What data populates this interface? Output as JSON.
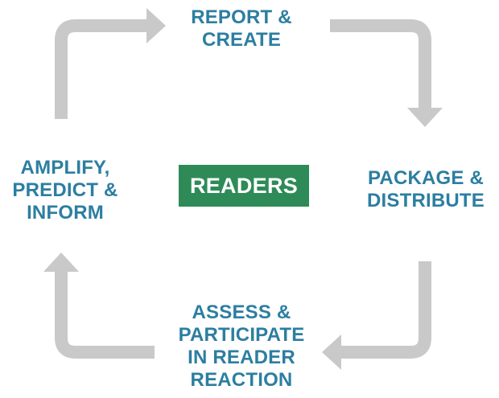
{
  "center": {
    "label": "READERS",
    "color": "#2e8b57",
    "text_color": "#ffffff"
  },
  "stages": {
    "top": {
      "lines": [
        "REPORT &",
        "CREATE"
      ]
    },
    "right": {
      "lines": [
        "PACKAGE &",
        "DISTRIBUTE"
      ]
    },
    "bottom": {
      "lines": [
        "ASSESS &",
        "PARTICIPATE",
        "IN READER",
        "REACTION"
      ]
    },
    "left": {
      "lines": [
        "AMPLIFY,",
        "PREDICT &",
        "INFORM"
      ]
    }
  },
  "colors": {
    "stage_text": "#2c7ea1",
    "arrow": "#c9c9c9"
  },
  "arrows": [
    {
      "name": "arrow-left-to-top",
      "direction": "right"
    },
    {
      "name": "arrow-top-to-right",
      "direction": "down"
    },
    {
      "name": "arrow-right-to-bottom",
      "direction": "left"
    },
    {
      "name": "arrow-bottom-to-left",
      "direction": "up"
    }
  ]
}
